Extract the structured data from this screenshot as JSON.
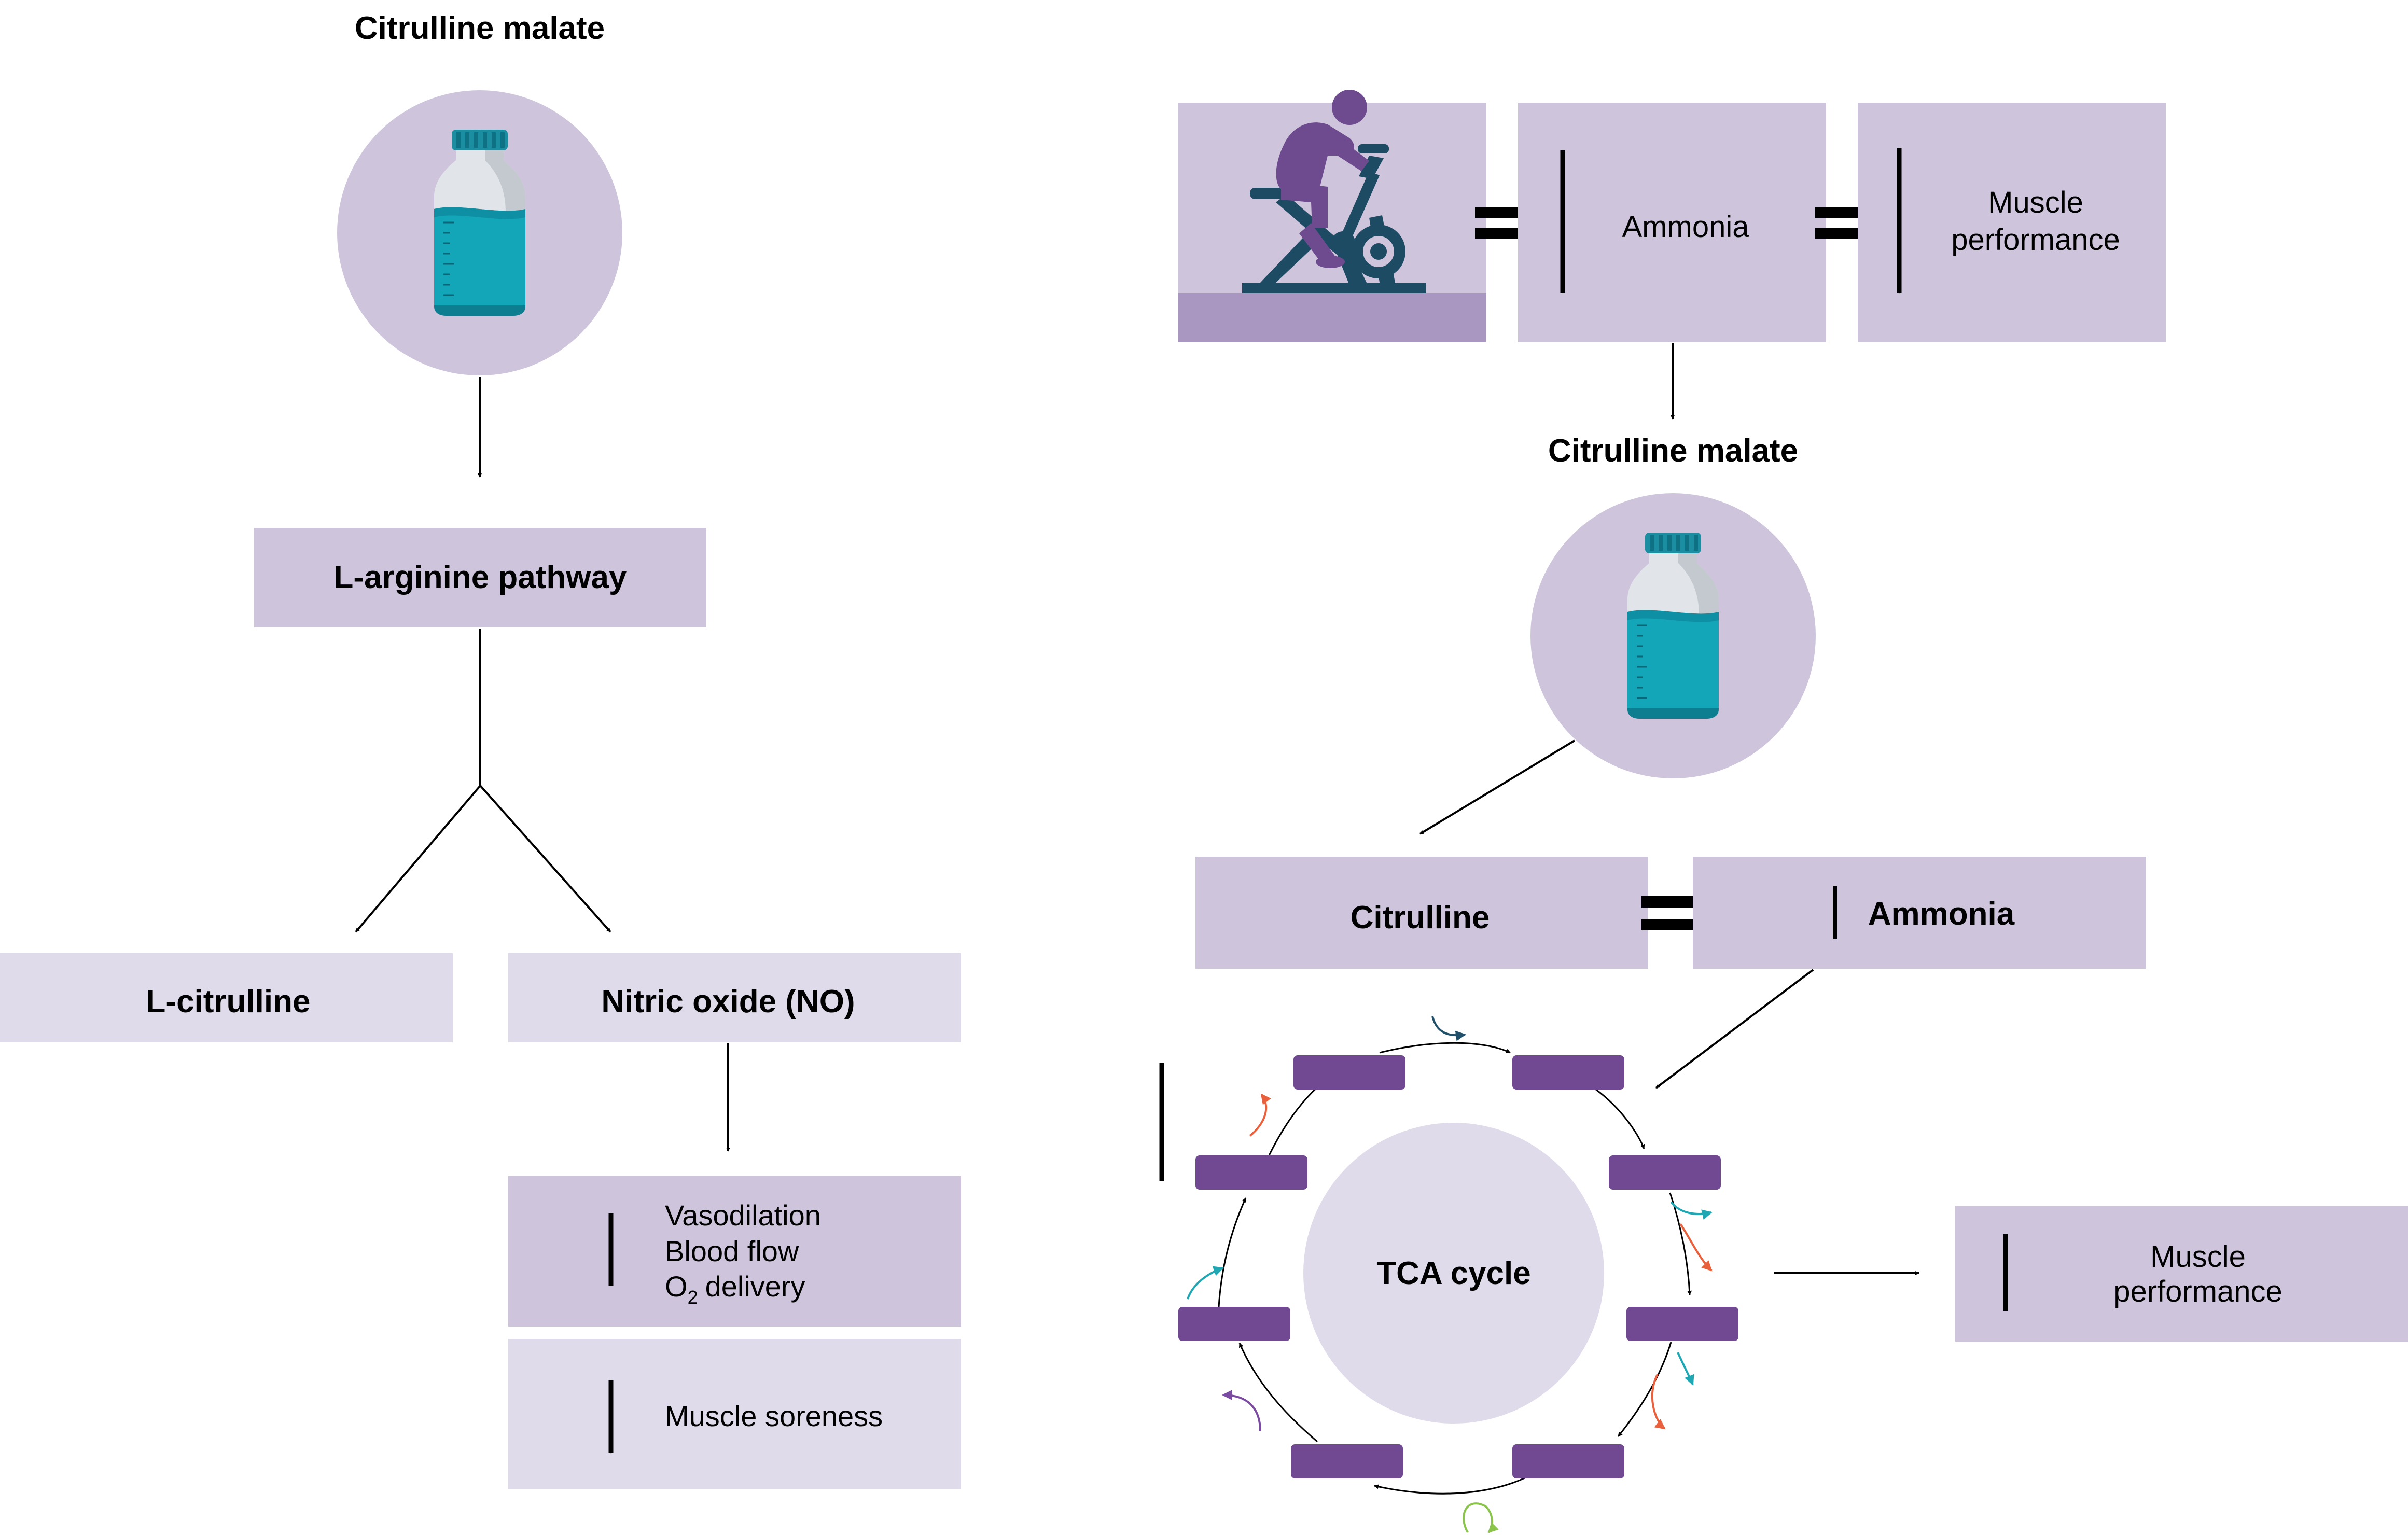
{
  "left": {
    "title": "Citrulline malate",
    "arginine": "L-arginine pathway",
    "citrulline": "L-citrulline",
    "nitric_oxide": "Nitric oxide (NO)",
    "benefits": [
      "Vasodilation",
      "Blood flow",
      "delivery"
    ],
    "o2_prefix": "O",
    "o2_sub": "2",
    "soreness": "Muscle soreness"
  },
  "right": {
    "ammonia_top": "Ammonia",
    "performance_top_1": "Muscle",
    "performance_top_2": "performance",
    "title": "Citrulline malate",
    "citrulline": "Citrulline",
    "ammonia_low": "Ammonia",
    "tca": "TCA cycle",
    "performance_bottom_1": "Muscle",
    "performance_bottom_2": "performance"
  },
  "colors": {
    "box": "#cec4dc",
    "box_light": "#e0dbea",
    "circle": "#cec4dc",
    "floor": "#a997c1",
    "rider": "#6e4a8f",
    "bike": "#1c4b63",
    "bottle": "#13a6b9",
    "cycle_step": "#714993",
    "accent_teal": "#1fa8b3",
    "accent_red": "#e8603c",
    "accent_purple": "#7b4aa1",
    "accent_green": "#8ac44b",
    "accent_navy": "#1f4f69"
  },
  "icons": {
    "bottle": "bottle-icon",
    "cyclist": "cyclist-icon",
    "arrow_up": "arrow-up-icon",
    "arrow_down": "arrow-down-icon",
    "equals": "equals-icon"
  }
}
